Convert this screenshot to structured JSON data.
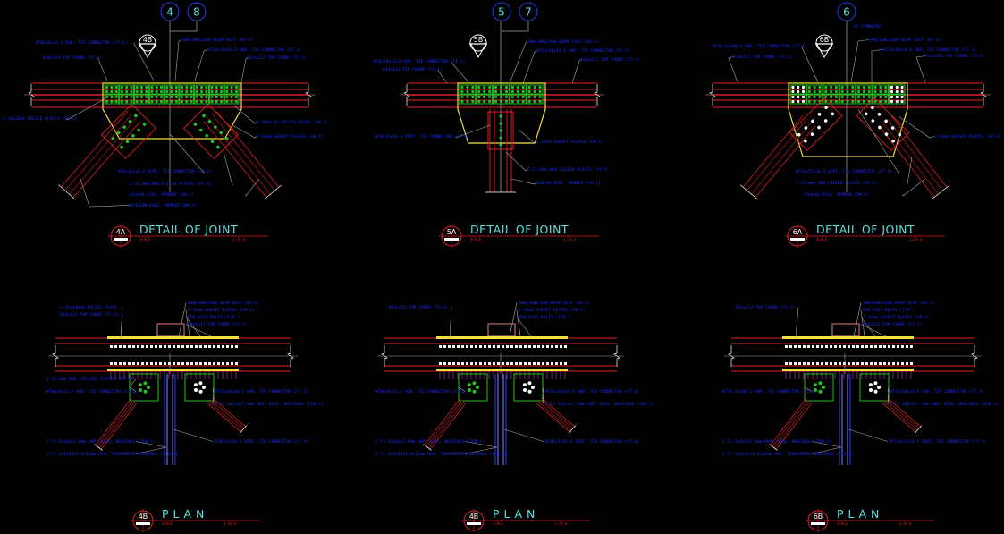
{
  "colors": {
    "background": "#000000",
    "chord": "#e02020",
    "gusset": "#f0e040",
    "bolt_plate": "#20c020",
    "annotation": "#1a2cff",
    "title": "#59e0e0",
    "leader": "#b0b0b0",
    "member_plan": "#2040ff"
  },
  "details": [
    {
      "gridlines": [
        "4",
        "8"
      ],
      "section_tag": "4B",
      "view_tag": "4A",
      "title": "DETAIL OF JOINT",
      "scale_label": "SCALE",
      "scale_value": "1:20 m",
      "labels": [
        "WT8x24x13.5 HOR. TIE CONNECTOR (CT-2)",
        "W14x233 TOP CHORD (TC-1)",
        "300x300x25mm BEAM SEAT (BS-1)",
        "WT15x38x10.5 HOR. TIE CONNECTOR (CT-3)",
        "W14x211 TOP CHORD (TC-2)",
        "2-16x26mm SPLICE PLATES (SP-1)",
        "2-50mm WL SPLICE PLATE (SP-2)",
        "2-16mm GUSSET PLATES (GP-1)",
        "WT8x15x16.5 VERT. TIE CONNECTOR (CT-4)",
        "2-21.8mm WEB FILLER PLATES (FP-1)",
        "W14x90 DIAG. MEMBER (DM-1)",
        "W14x109 DIAG. MEMBER (DM-2)"
      ]
    },
    {
      "gridlines": [
        "5",
        "7"
      ],
      "section_tag": "5B",
      "view_tag": "5A",
      "title": "DETAIL OF JOINT",
      "scale_label": "SCALE",
      "scale_value": "1:20 m",
      "labels": [
        "WT8x24x13.5 HOR. TIE CONNECTOR (CT-2)",
        "W14x233 TOP CHORD (TC-1)",
        "300x300x25mm BEAM SEAT (BS-1)",
        "WT15x38x10.5 HOR. TIE CONNECTOR (CT-3)",
        "W14x211 TOP CHORD (TC-2)",
        "WT8x15x16.5 VERT. TIE CONNECTOR (CT-4)",
        "2-16mm GUSSET PLATES (GP-2)",
        "2-21.8mm WEB FILLER PLATES (FP-2)",
        "W14x90 VERT. MEMBER (VM-1)"
      ]
    },
    {
      "gridlines": [
        "6"
      ],
      "section_tag": "6B",
      "view_tag": "6A",
      "title": "DETAIL OF JOINT",
      "scale_label": "SCALE",
      "scale_value": "1:20 m",
      "symmetry_label": "OF SYMMETRY",
      "labels": [
        "WT10.5x100.5 HOR. TIE CONNECTOR (CT-3)",
        "W14x211 TOP CHORD (TC-2)",
        "300x300x25mm BEAM SEAT (BS-1)",
        "WT15x38x10.5 HOR. TIE CONNECTOR (CT-3)",
        "W14x211 TOP CHORD (TC-2)",
        "2-16mm GUSSET PLATES (GP-3)",
        "WT14x57x10.5 VERT. TIE CONNECTOR (CT-4)",
        "2-27.4mm WEB FILLER PLATES (FP-3)",
        "W14x68 DIAG. MEMBER (DM-3)"
      ]
    }
  ],
  "plans": [
    {
      "view_tag": "4B",
      "title": "P L A N",
      "scale_label": "SCALE",
      "scale_value": "1:20 m",
      "labels": [
        "300x300x25mm BEAM SEAT (BS-1)",
        "2-25x440mm SPLICE PLATE",
        "W14x233 TOP CHORD (TC-1)",
        "2-16mm GUSSET PLATES (GP-1)",
        "M20 A325 BOLTS (TYP.)",
        "W14x211 TOP CHORD (TC-2)",
        "2-14.2mm WEB (FILLER) PLATES (FP-1)",
        "WT8x24x13.5 HOR. TIE CONNECTOR (CT-2)",
        "WT15x38x10.5 HOR. TIE CONNECTOR (CT-3)",
        "2 Ts 102x4x7.9mm HOR. DIAG. BRACINGS (TDB-1)",
        "2 Ts 102x4x7.9mm HOR. DIAG. BRACINGS (TDB-2)",
        "WT8x15x16.5 VERT. TIE CONNECTOR (CT-4)",
        "2 Ts 102x4x31.8x13mm HOR. TRANSVERSE BRACINGS (TTB-1)"
      ]
    },
    {
      "view_tag": "4B",
      "title": "P L A N",
      "scale_label": "SCALE",
      "scale_value": "1:20 m",
      "labels": [
        "300x300x25mm BEAM SEAT (BS-1)",
        "2-16mm GUSSET PLATES (GP-2)",
        "M20 A325 BOLTS (TYP.)",
        "W14x211 TOP CHORD (TC-2)",
        "WT8x24x13.5 HOR. TIE CONNECTOR (CT-2)",
        "WT15x38x10.5 HOR. TIE CONNECTOR (CT-3)",
        "2 Ts 102x4x7.9mm HOR. DIAG. BRACINGS (TDB-1)",
        "2 Ts 102x4x7.9mm HOR. DIAG. BRACINGS (TDB-2)",
        "WT8x15x16.5 VERT. TIE CONNECTOR (CT-4)",
        "2 Ts 102x4x31.8x13mm HOR. TRANSVERSE BRACINGS (TTB-2)"
      ]
    },
    {
      "view_tag": "6B",
      "title": "P L A N",
      "scale_label": "SCALE",
      "scale_value": "1:20 m",
      "labels": [
        "300x300x25mm BEAM SEAT (BS-1)",
        "M20 A325 BOLTS (TYP.)",
        "W14x211 TOP CHORD (TC-2)",
        "2-16mm GUSSET PLATES (GP-3)",
        "W14x211 TOP CHORD (TC-2)",
        "WT10.5x100.5 HOR. TIE CONNECTOR (CT-3)",
        "WT15x38x10.5 HOR. TIE CONNECTOR (CT-3)",
        "2 Ts 102x4x7.9mm HOR. DIAG. BRACINGS (TDB-3)",
        "2 Ts 102x4x7.9mm HOR. DIAG. BRACINGS (TDB-3)",
        "WT14x57x10.5 VERT. TIE CONNECTOR (CT-4)",
        "2 Ts 102x4x31.8x13mm HOR. TRANSVERSE BRACINGS (TTB-3)"
      ]
    }
  ]
}
